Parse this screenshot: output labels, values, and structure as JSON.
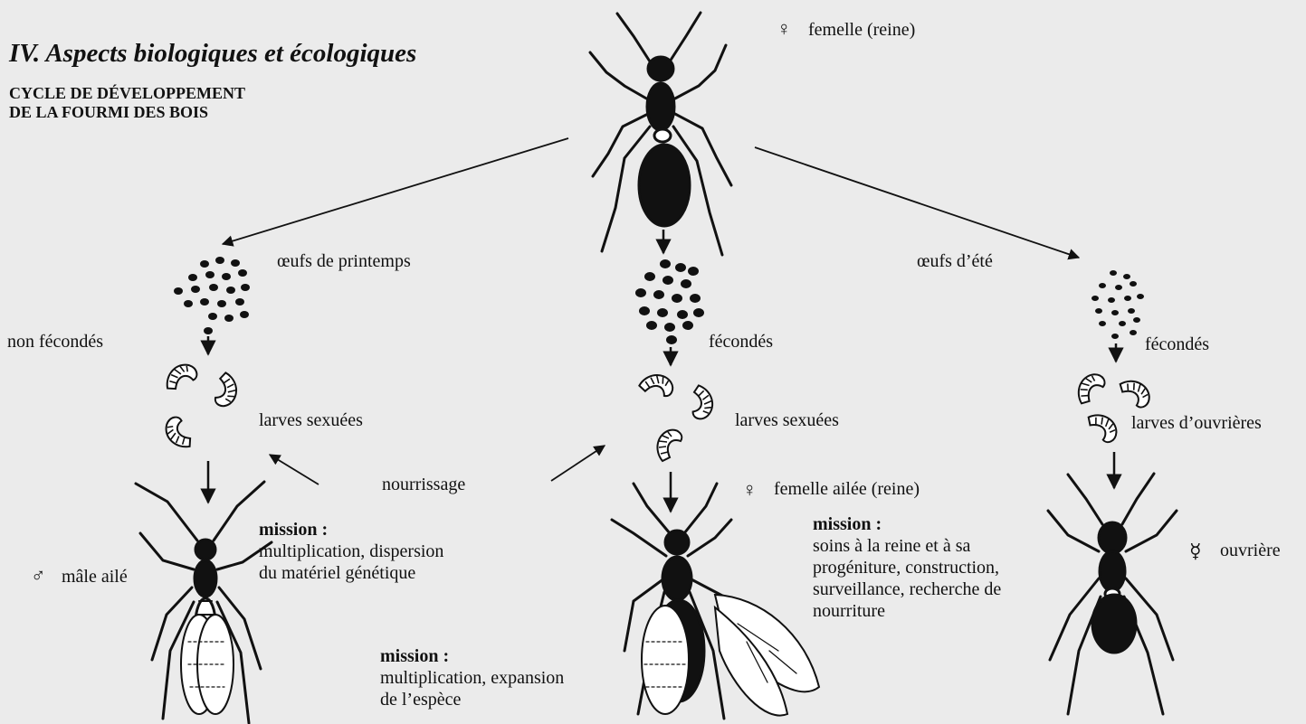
{
  "header": {
    "title": "IV. Aspects biologiques et écologiques",
    "subtitle_line1": "CYCLE DE DÉVELOPPEMENT",
    "subtitle_line2": "DE LA FOURMI DES BOIS"
  },
  "queen": {
    "symbol": "♀",
    "label": "femelle (reine)"
  },
  "left": {
    "eggs_label": "œufs de printemps",
    "eggs_state": "non fécondés",
    "larvae_label": "larves sexuées",
    "adult_symbol": "♂",
    "adult_label": "mâle ailé",
    "mission_title": "mission :",
    "mission_line1": "multiplication,  dispersion",
    "mission_line2": "du matériel génétique"
  },
  "feeding_label": "nourrissage",
  "center": {
    "eggs_state": "fécondés",
    "larvae_label": "larves sexuées",
    "adult_symbol": "♀",
    "adult_label": "femelle ailée (reine)",
    "mission_title": "mission :",
    "mission_line1": "multiplication,   expansion",
    "mission_line2": "de l’espèce"
  },
  "right": {
    "eggs_label": "œufs d’été",
    "eggs_state": "fécondés",
    "larvae_label": "larves d’ouvrières",
    "adult_symbol": "☿",
    "adult_label": "ouvrière",
    "mission_title": "mission :",
    "mission_line1": "soins à la reine et à sa",
    "mission_line2": "progéniture, construction,",
    "mission_line3": "surveillance, recherche de",
    "mission_line4": "nourriture"
  }
}
